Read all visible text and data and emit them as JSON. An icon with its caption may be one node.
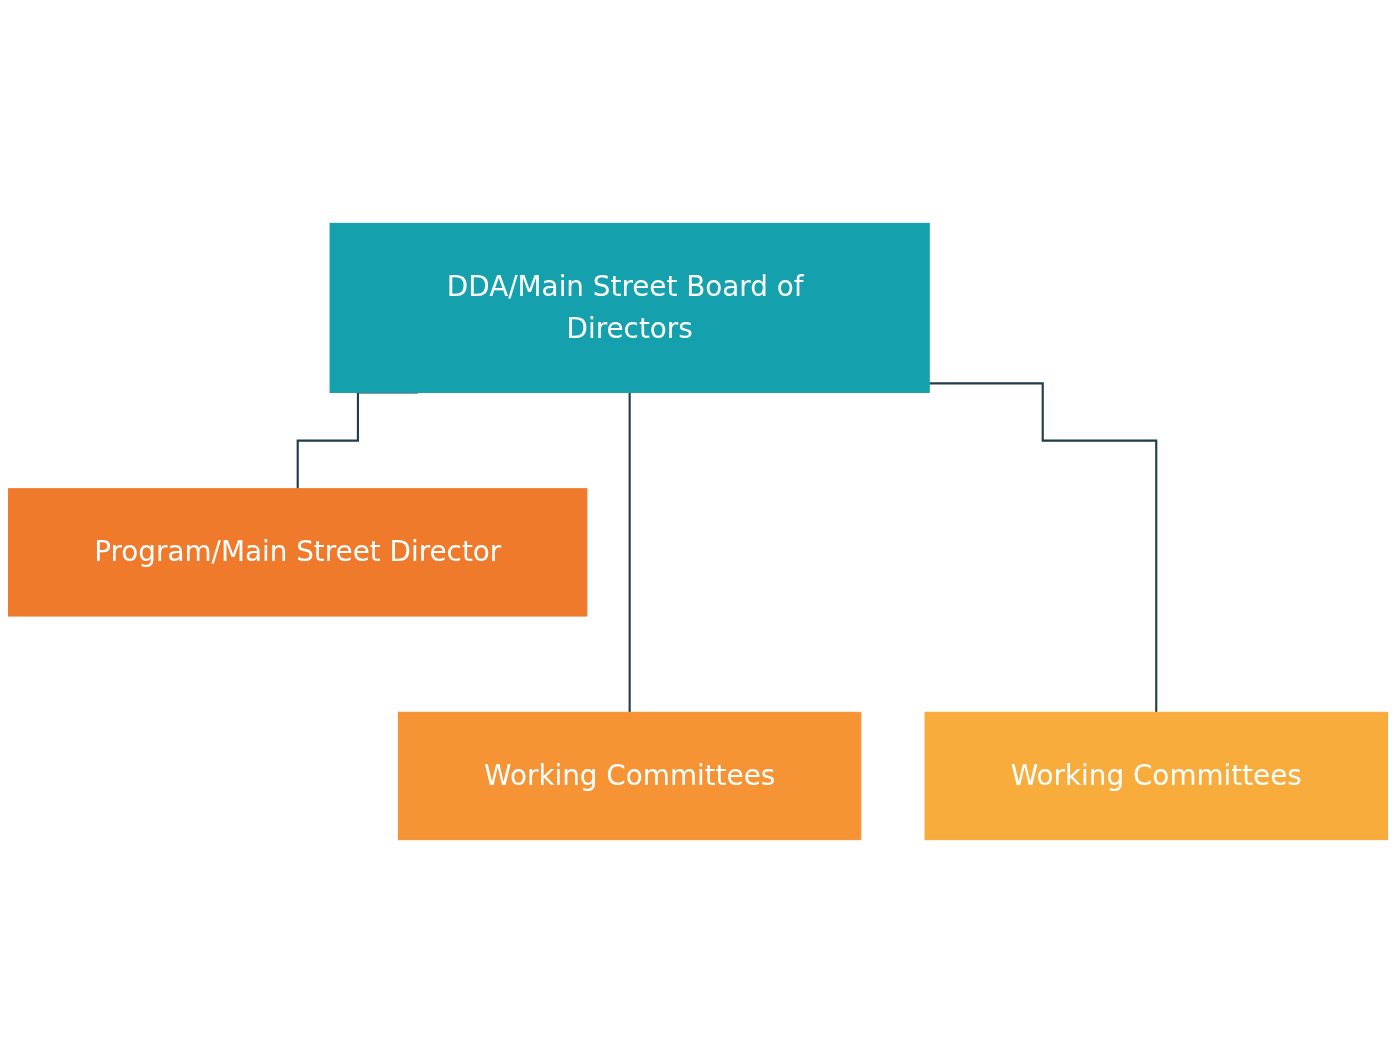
{
  "diagram": {
    "nodes": [
      {
        "text": [
          "DDA/Main Street Board of Directors"
        ]
      },
      {
        "text": [
          "Program/Main Street Director"
        ]
      },
      {
        "text": [
          "Working Committees"
        ]
      },
      {
        "text": [
          "Working Committees"
        ]
      }
    ],
    "edges": [
      {
        "from": 0,
        "to": 1,
        "arrow": "none"
      },
      {
        "from": 0,
        "to": 2,
        "arrow": "none"
      },
      {
        "from": 0,
        "to": 3,
        "arrow": "none"
      }
    ]
  }
}
